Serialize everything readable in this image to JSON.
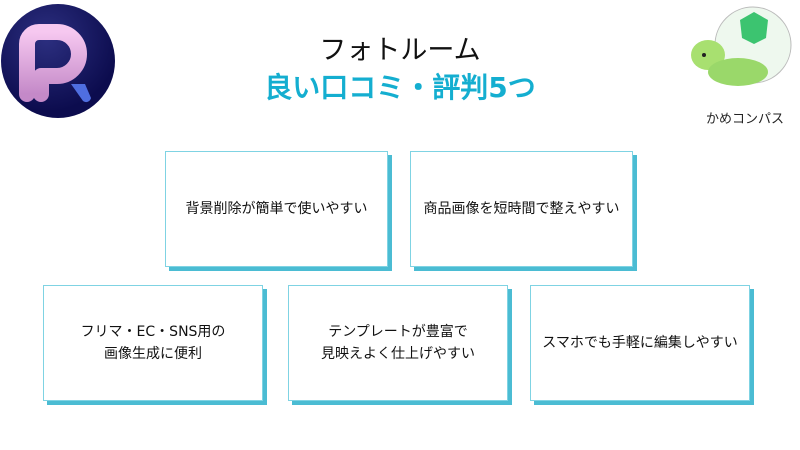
{
  "header": {
    "title": "フォトルーム",
    "subtitle": "良い口コミ・評判5つ",
    "brand": "かめコンパス",
    "logo_letter": "R"
  },
  "cards": [
    {
      "text": "背景削除が簡単で使いやすい"
    },
    {
      "text": "商品画像を短時間で整えやすい"
    },
    {
      "text": "フリマ・EC・SNS用の\n画像生成に便利"
    },
    {
      "text": "テンプレートが豊富で\n見映えよく仕上げやすい"
    },
    {
      "text": "スマホでも手軽に編集しやすい"
    }
  ],
  "colors": {
    "accent": "#14aed0",
    "shadow": "#4bbcd3"
  }
}
